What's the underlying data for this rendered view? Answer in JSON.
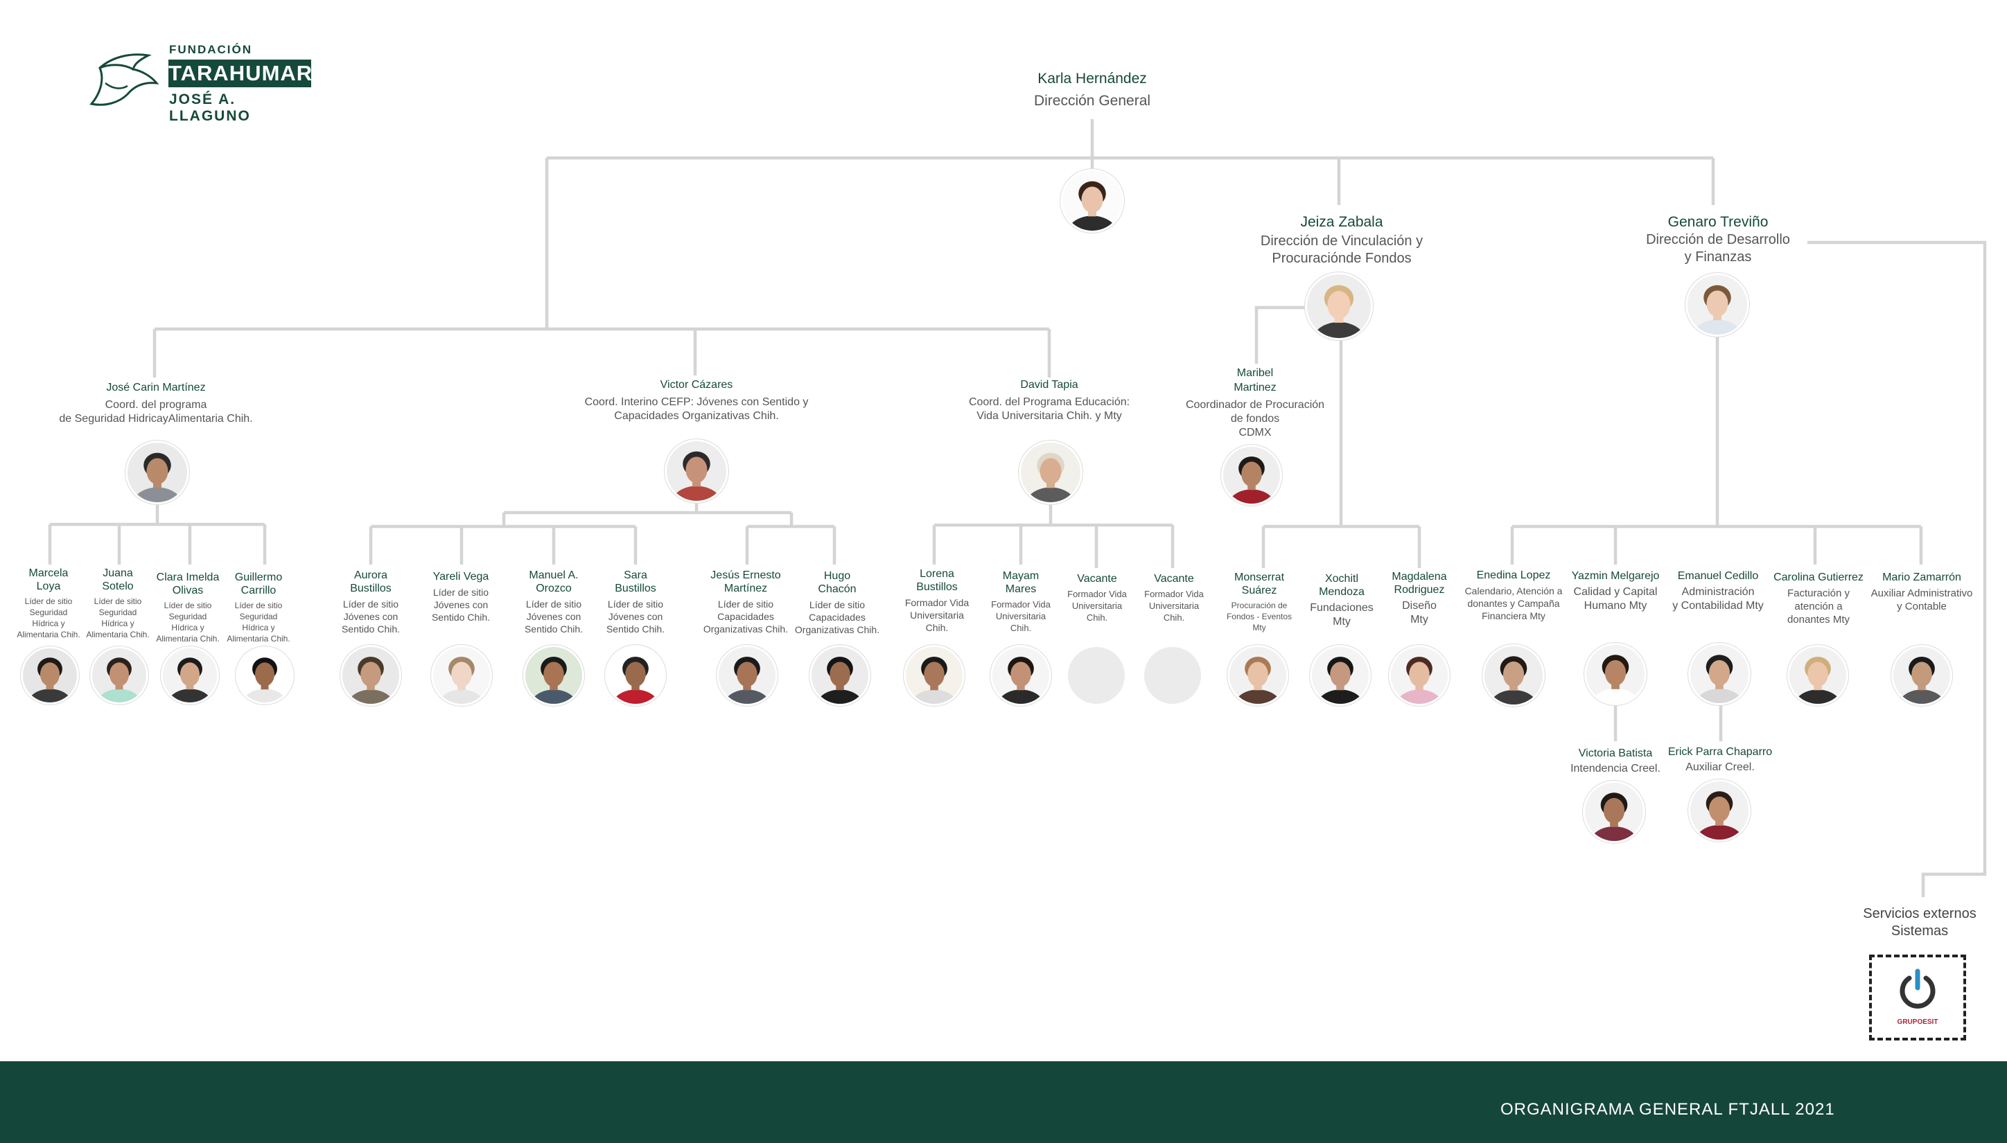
{
  "logo": {
    "line1": "FUNDACIÓN",
    "line2": "TARAHUMARA",
    "line3": "JOSÉ A. LLAGUNO"
  },
  "top": {
    "name": "Karla Hernández",
    "role": "Dirección General"
  },
  "directors": [
    {
      "name": "Jeiza Zabala",
      "role1": "Dirección de Vinculación y",
      "role2": "Procuraciónde Fondos"
    },
    {
      "name": "Genaro Treviño",
      "role1": "Dirección de Desarrollo",
      "role2": "y Finanzas"
    }
  ],
  "coords": [
    {
      "name": "José Carin Martínez",
      "role1": "Coord. del programa",
      "role2": "de Seguridad HidricayAlimentaria Chih."
    },
    {
      "name": "Victor Cázares",
      "role1": "Coord. Interino CEFP: Jóvenes con Sentido y",
      "role2": "Capacidades Organizativas Chih."
    },
    {
      "name": "David Tapia",
      "role1": "Coord. del Programa Educación:",
      "role2": "Vida Universitaria Chih. y Mty"
    }
  ],
  "maribel": {
    "name": [
      "Maribel",
      "Martinez"
    ],
    "role": [
      "Coordinador de Procuración",
      "de fondos",
      "CDMX"
    ]
  },
  "staff": [
    {
      "name": [
        "Marcela",
        "Loya"
      ],
      "role": [
        "Líder de sitio",
        "Seguridad",
        "Hídrica y",
        "Alimentaria Chih."
      ]
    },
    {
      "name": [
        "Juana",
        "Sotelo"
      ],
      "role": [
        "Líder de sitio",
        "Seguridad",
        "Hídrica y",
        "Alimentaria Chih."
      ]
    },
    {
      "name": [
        "Clara Imelda",
        "Olivas"
      ],
      "role": [
        "Líder de sitio",
        "Seguridad",
        "Hídrica y",
        "Alimentaria Chih."
      ]
    },
    {
      "name": [
        "Guillermo",
        "Carrillo"
      ],
      "role": [
        "Líder de sitio",
        "Seguridad",
        "Hídrica y",
        "Alimentaria Chih."
      ]
    },
    {
      "name": [
        "Aurora",
        "Bustillos"
      ],
      "role": [
        "Líder de sitio",
        "Jóvenes con",
        "Sentido Chih."
      ]
    },
    {
      "name": [
        "Yareli Vega"
      ],
      "role": [
        "Líder de sitio",
        "Jóvenes con",
        "Sentido Chih."
      ]
    },
    {
      "name": [
        "Manuel A.",
        "Orozco"
      ],
      "role": [
        "Líder de sitio",
        "Jóvenes con",
        "Sentido Chih."
      ]
    },
    {
      "name": [
        "Sara",
        "Bustillos"
      ],
      "role": [
        "Líder de sitio",
        "Jóvenes con",
        "Sentido Chih."
      ]
    },
    {
      "name": [
        "Jesús Ernesto",
        "Martínez"
      ],
      "role": [
        "Líder de sitio",
        "Capacidades",
        "Organizativas Chih."
      ]
    },
    {
      "name": [
        "Hugo",
        "Chacón"
      ],
      "role": [
        "Líder de sitio",
        "Capacidades",
        "Organizativas Chih."
      ]
    },
    {
      "name": [
        "Lorena",
        "Bustillos"
      ],
      "role": [
        "Formador Vida",
        "Universitaria",
        "Chih."
      ]
    },
    {
      "name": [
        "Mayam",
        "Mares"
      ],
      "role": [
        "Formador Vida",
        "Universitaria",
        "Chih."
      ]
    },
    {
      "name": [
        "Vacante"
      ],
      "role": [
        "Formador Vida",
        "Universitaria",
        "Chih."
      ]
    },
    {
      "name": [
        "Vacante"
      ],
      "role": [
        "Formador Vida",
        "Universitaria",
        "Chih."
      ]
    },
    {
      "name": [
        "Monserrat",
        "Suárez"
      ],
      "role": [
        "Procuración de",
        "Fondos - Eventos",
        "Mty"
      ]
    },
    {
      "name": [
        "Xochitl",
        "Mendoza"
      ],
      "role": [
        "Fundaciones",
        "Mty"
      ]
    },
    {
      "name": [
        "Magdalena",
        "Rodriguez"
      ],
      "role": [
        "Diseño",
        "Mty"
      ]
    },
    {
      "name": [
        "Enedina Lopez"
      ],
      "role": [
        "Calendario, Atención a",
        "donantes y Campaña",
        "Financiera Mty"
      ]
    },
    {
      "name": [
        "Yazmin Melgarejo"
      ],
      "role": [
        "Calidad y Capital",
        "Humano Mty"
      ]
    },
    {
      "name": [
        "Emanuel Cedillo"
      ],
      "role": [
        "Administración",
        "y Contabilidad Mty"
      ]
    },
    {
      "name": [
        "Carolina Gutierrez"
      ],
      "role": [
        "Facturación y",
        "atención a",
        "donantes Mty"
      ]
    },
    {
      "name": [
        "Mario Zamarrón"
      ],
      "role": [
        "Auxiliar Administrativo",
        "y Contable"
      ]
    }
  ],
  "sub": [
    {
      "name": "Victoria Batista",
      "role": "Intendencia Creel."
    },
    {
      "name": "Erick Parra Chaparro",
      "role": "Auxiliar Creel."
    }
  ],
  "external": {
    "line1": "Servicios externos",
    "line2": "Sistemas",
    "logo_text": "GRUPOESIT"
  },
  "footer": {
    "title": "ORGANIGRAMA GENERAL FTJALL 2021"
  },
  "colors": {
    "brand": "#15493b",
    "footer": "#15463a",
    "connector": "#d4d4d4"
  }
}
